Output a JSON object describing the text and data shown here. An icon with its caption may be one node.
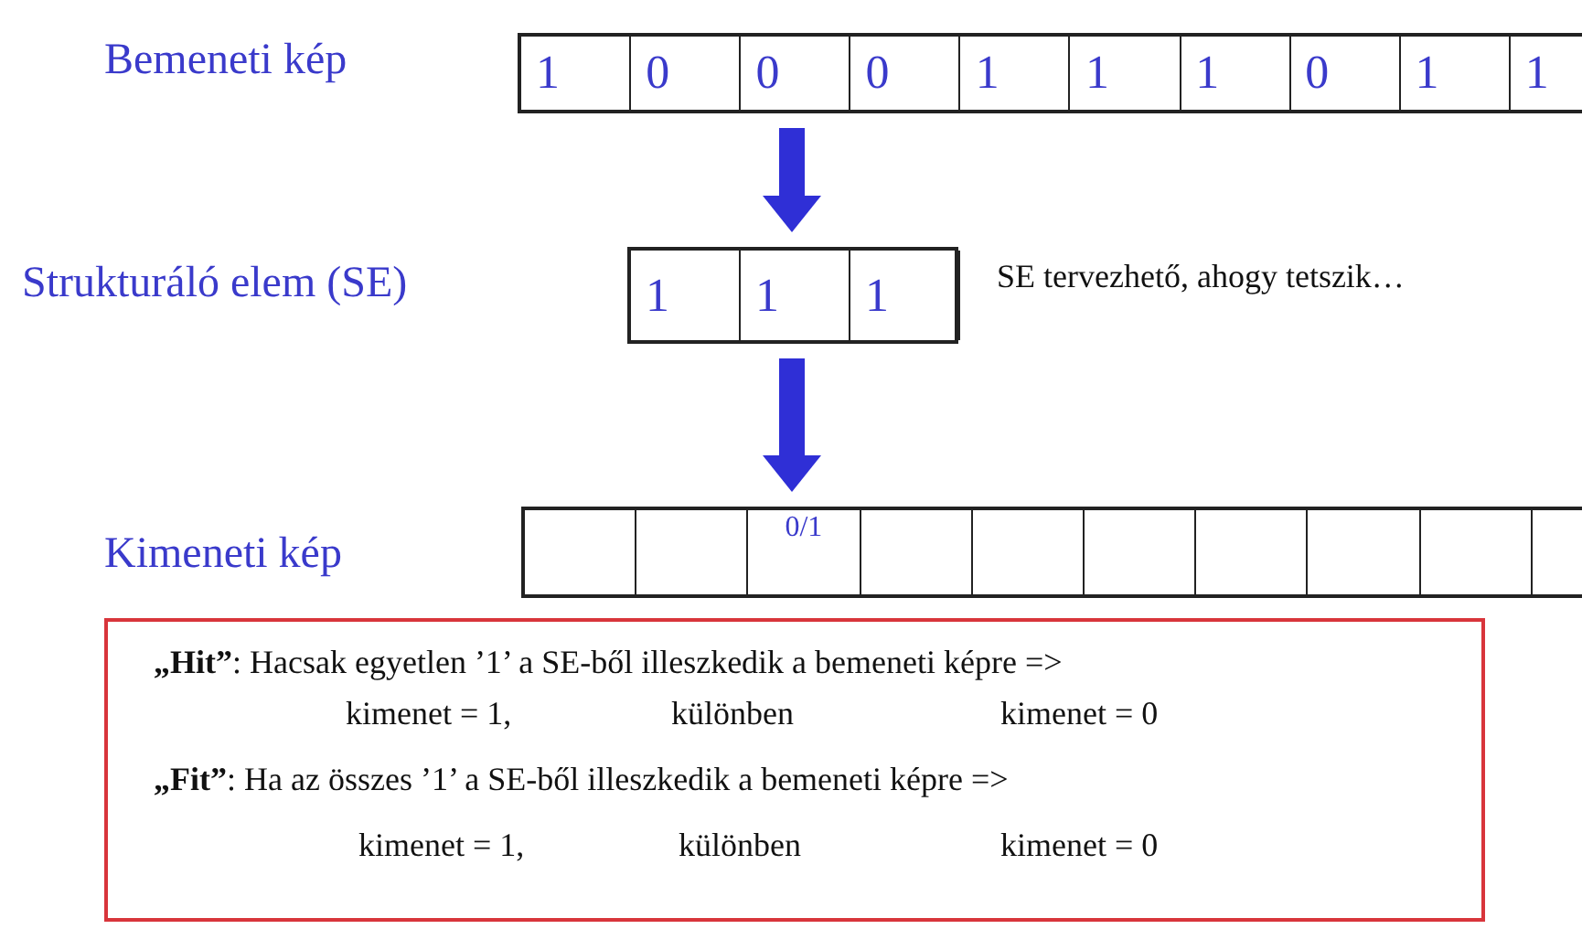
{
  "diagram": {
    "nodes": [
      {
        "text": [],
        "shape": "box",
        "beside": [
          "Bemeneti kép"
        ]
      },
      {
        "text": [
          "1"
        ],
        "in": 0
      },
      {
        "text": [
          "0"
        ],
        "in": 0
      },
      {
        "text": [
          "0"
        ],
        "in": 0
      },
      {
        "text": [
          "0"
        ],
        "in": 0
      },
      {
        "text": [
          "1"
        ],
        "in": 0
      },
      {
        "text": [
          "1"
        ],
        "in": 0
      },
      {
        "text": [
          "1"
        ],
        "in": 0
      },
      {
        "text": [
          "0"
        ],
        "in": 0
      },
      {
        "text": [
          "1"
        ],
        "in": 0
      },
      {
        "text": [
          "1"
        ],
        "in": 0
      },
      {
        "text": [],
        "shape": "box"
      },
      {
        "text": [
          "1"
        ],
        "in": 11
      },
      {
        "text": [
          "1"
        ],
        "in": 11
      },
      {
        "text": [
          "1"
        ],
        "in": 11
      },
      {
        "text": [],
        "shape": "box"
      },
      {
        "text": [],
        "shape": "box",
        "in": 15
      },
      {
        "text": [],
        "shape": "box",
        "in": 15
      },
      {
        "text": [
          "0/1"
        ],
        "in": 15
      },
      {
        "text": [],
        "shape": "box",
        "in": 15
      },
      {
        "text": [],
        "shape": "box",
        "in": 15
      },
      {
        "text": [],
        "shape": "box",
        "in": 15
      },
      {
        "text": [],
        "shape": "box",
        "in": 15
      },
      {
        "text": [],
        "shape": "box",
        "in": 15
      },
      {
        "text": [],
        "shape": "box",
        "in": 15
      },
      {
        "text": [],
        "shape": "box",
        "in": 15
      },
      {
        "text": [
          "**„Hit”**: Hacsak egyetlen ’1’ a SE-ből illeszkedik a bemeneti képre =>",
          "kimenet = 1,",
          "különben",
          "kimenet = 0",
          "**„Fit”**: Ha az összes ’1’ a SE-ből illeszkedik a bemeneti képre =>",
          "kimenet = 1,",
          "különben",
          "kimenet = 0"
        ]
      }
    ],
    "edges": [
      {
        "from": 0,
        "to": 11,
        "arrow": "to"
      },
      {
        "from": 11,
        "to": 15,
        "arrow": "to"
      }
    ],
    "labels": [
      "Strukturáló elem (SE)",
      "SE tervezhető, ahogy tetszik…",
      "Kimeneti kép"
    ]
  }
}
